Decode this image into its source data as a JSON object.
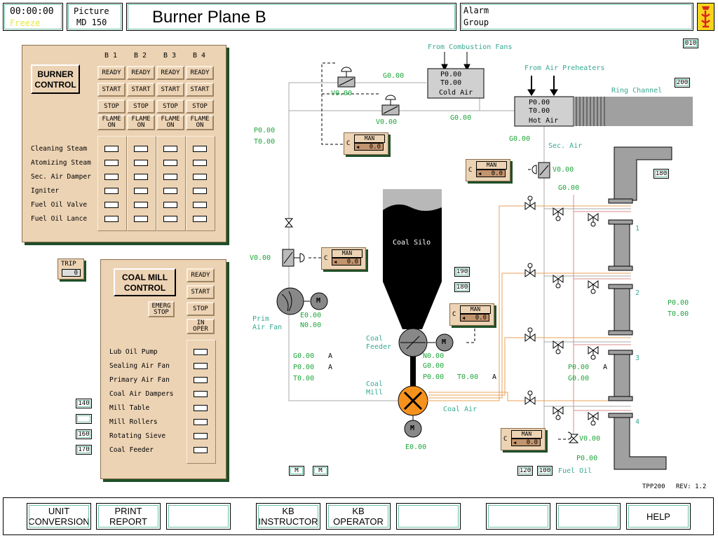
{
  "header": {
    "clock": "00:00:00",
    "freeze": "Freeze",
    "picture_label": "Picture",
    "picture_id": "MD 150",
    "title": "Burner Plane B",
    "alarm_label": "Alarm",
    "group_label": "Group"
  },
  "burner_control": {
    "title_line1": "BURNER",
    "title_line2": "CONTROL",
    "columns": [
      "B 1",
      "B 2",
      "B 3",
      "B 4"
    ],
    "buttons": [
      "READY",
      "START",
      "STOP"
    ],
    "flame_line1": "FLAME",
    "flame_line2": "ON",
    "rows": [
      "Cleaning Steam",
      "Atomizing Steam",
      "Sec. Air Damper",
      "Igniter",
      "Fuel Oil Valve",
      "Fuel Oil Lance"
    ]
  },
  "trip": {
    "label": "TRIP",
    "value": "0"
  },
  "coal_mill": {
    "title_line1": "COAL MILL",
    "title_line2": "CONTROL",
    "emerg_line1": "EMERG",
    "emerg_line2": "STOP",
    "ready": "READY",
    "start": "START",
    "stop": "STOP",
    "in_oper_line1": "IN",
    "in_oper_line2": "OPER",
    "rows": [
      "Lub Oil Pump",
      "Sealing Air Fan",
      "Primary Air Fan",
      "Coal Air Dampers",
      "Mill Table",
      "Mill Rollers",
      "Rotating Sieve",
      "Coal Feeder"
    ]
  },
  "side_tags": {
    "t140": "140",
    "t160": "160",
    "t170": "170"
  },
  "tags": {
    "t010": "010",
    "t200": "200",
    "t180a": "180",
    "t190": "190",
    "t180b": "180",
    "t120": "120",
    "t100": "100",
    "m1": "M",
    "m2": "M"
  },
  "controllers": {
    "c": "C",
    "man": "MAN",
    "value": "0.0"
  },
  "process": {
    "from_comb_fans": "From Combustion Fans",
    "cold_air_p": "P0.00",
    "cold_air_t": "T0.00",
    "cold_air": "Cold Air",
    "from_air_preheaters": "From Air Preheaters",
    "hot_air_p": "P0.00",
    "hot_air_t": "T0.00",
    "hot_air": "Hot Air",
    "ring_channel": "Ring Channel",
    "g_top1": "G0.00",
    "v_top1": "V0.00",
    "v_top2": "V0.00",
    "g_top2": "G0.00",
    "p_left": "P0.00",
    "t_left": "T0.00",
    "g_sec": "G0.00",
    "sec_air": "Sec. Air",
    "v_sec": "V0.00",
    "g_mid": "G0.00",
    "v_prim": "V0.00",
    "coal_silo": "Coal Silo",
    "prim_air_fan1": "Prim",
    "prim_air_fan2": "Air Fan",
    "motor": "M",
    "e_fan": "E0.00",
    "n_fan": "N0.00",
    "coal_feeder1": "Coal",
    "coal_feeder2": "Feeder",
    "n_feed": "N0.00",
    "g_feed": "G0.00",
    "p_feed": "P0.00",
    "t_feed": "T0.00",
    "a_feed": "A",
    "g_left2": "G0.00",
    "p_left2": "P0.00",
    "t_left2": "T0.00",
    "a1": "A",
    "a2": "A",
    "coal_mill1": "Coal",
    "coal_mill2": "Mill",
    "coal_air": "Coal Air",
    "e_mill": "E0.00",
    "p_right": "P0.00",
    "g_right": "G0.00",
    "a_right": "A",
    "v_oil": "V0.00",
    "p_oil": "P0.00",
    "fuel_oil": "Fuel Oil",
    "p_far": "P0.00",
    "t_far": "T0.00",
    "burners": [
      "1",
      "2",
      "3",
      "4"
    ],
    "tpp": "TPP200",
    "rev": "REV: 1.2"
  },
  "footer": {
    "unit1": "UNIT",
    "unit2": "CONVERSION",
    "print1": "PRINT",
    "print2": "REPORT",
    "kbi1": "KB",
    "kbi2": "INSTRUCTOR",
    "kbo1": "KB",
    "kbo2": "OPERATOR",
    "help": "HELP"
  },
  "colors": {
    "panel": "#ecd3b4",
    "shadow": "#1f4f28",
    "green": "#1fa53b",
    "orange": "#f5921e",
    "pipe_orange": "#e9a25a",
    "pipe_red": "#d88b8b"
  }
}
